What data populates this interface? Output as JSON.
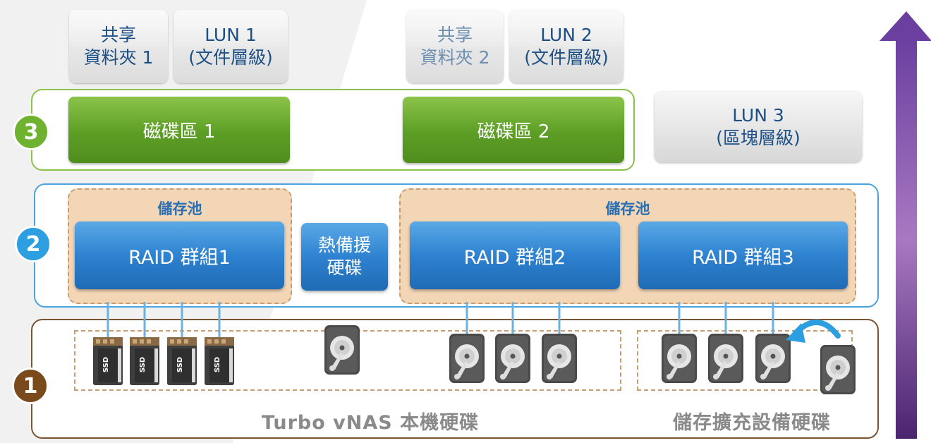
{
  "colors": {
    "layer3_border": "#8bc34a",
    "layer2_border": "#4aa3df",
    "layer1_border": "#7a5432",
    "badge3": "#6fb22f",
    "badge2": "#2d9ee0",
    "badge1": "#7b4a1c",
    "raid_blue": "#2e82d0",
    "volume_green": "#5c9e25",
    "pool_fill": "#f3d6b6",
    "arrow_top": "#6b3fa0"
  },
  "top": {
    "share1": {
      "line1": "共享",
      "line2": "資料夾 1"
    },
    "lun1": {
      "line1": "LUN 1",
      "line2": "(文件層級)"
    },
    "share2": {
      "line1": "共享",
      "line2": "資料夾 2"
    },
    "lun2": {
      "line1": "LUN 2",
      "line2": "(文件層級)"
    }
  },
  "layer3": {
    "badge": "3",
    "volume1": "磁碟區 1",
    "volume2": "磁碟區 2",
    "lun3": {
      "line1": "LUN 3",
      "line2": "(區塊層級)"
    }
  },
  "layer2": {
    "badge": "2",
    "pool1_label": "儲存池",
    "pool2_label": "儲存池",
    "raid1": "RAID 群組1",
    "raid2": "RAID 群組2",
    "raid3": "RAID 群組3",
    "spare": {
      "line1": "熱備援",
      "line2": "硬碟"
    }
  },
  "layer1": {
    "badge": "1",
    "ssd_label": "SSD",
    "local_label": "Turbo vNAS 本機硬碟",
    "expansion_label": "儲存擴充設備硬碟"
  }
}
